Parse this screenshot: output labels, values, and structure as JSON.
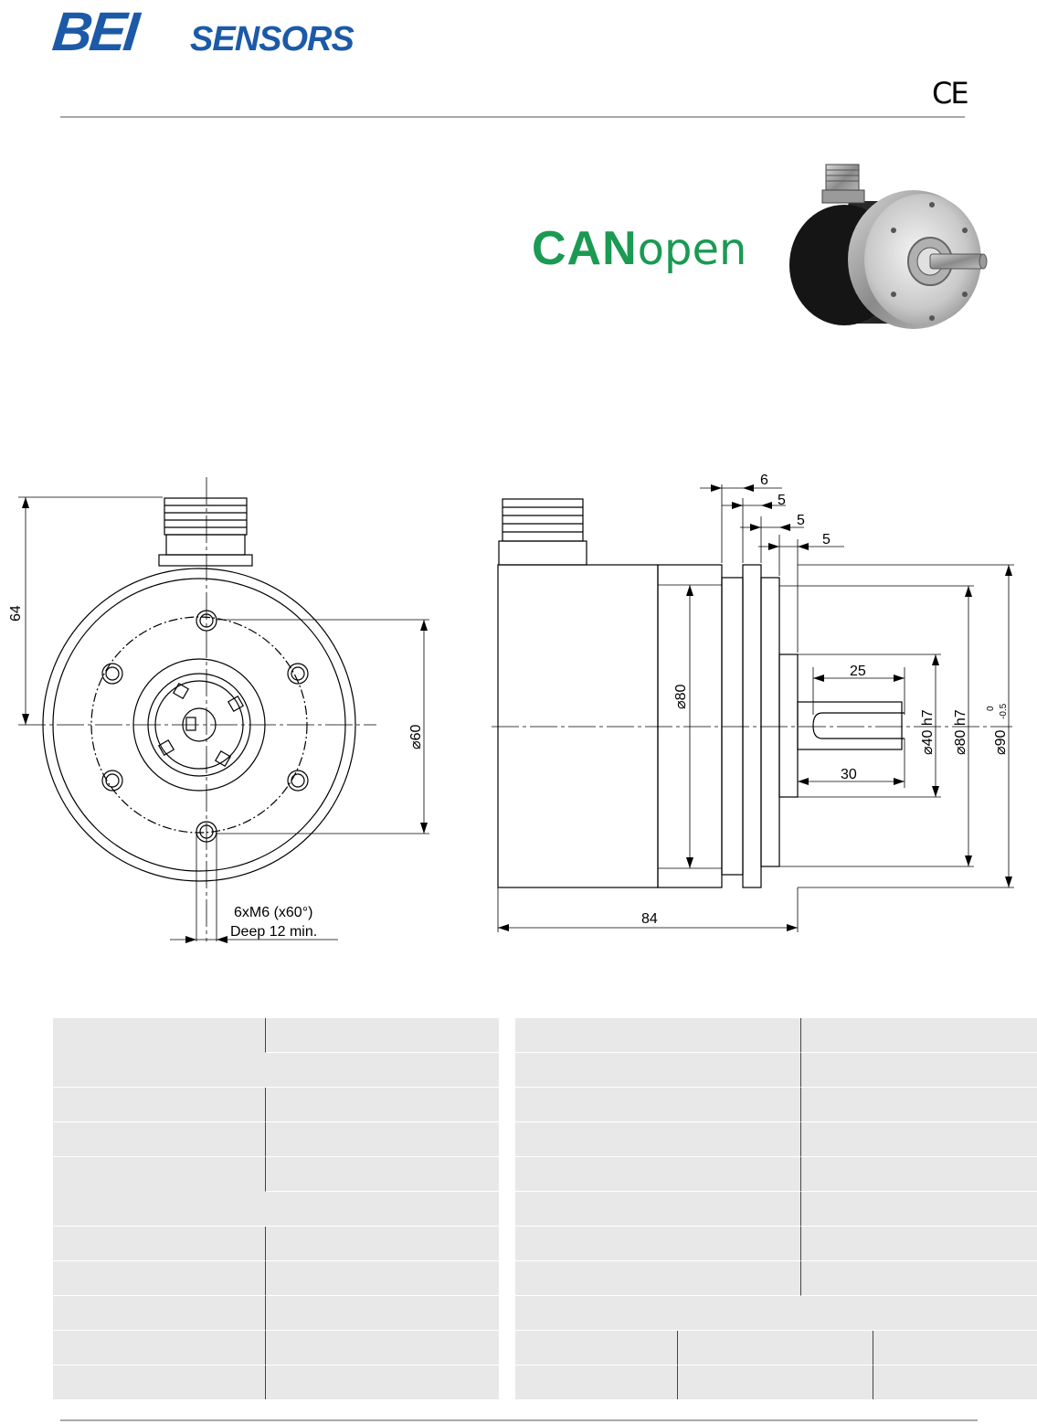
{
  "header": {
    "logo_text": "BEISENSORS",
    "ce_mark": "CE",
    "brand_color": "#1c5aa8"
  },
  "product": {
    "protocol_logo_can": "CAN",
    "protocol_logo_open": "open",
    "protocol_color": "#1a9a52"
  },
  "drawing": {
    "front_view": {
      "height_dim": "64",
      "bolt_circle_dim": "⌀60",
      "thread_note_line1": "6xM6 (x60°)",
      "thread_note_line2": "Deep 12 min."
    },
    "side_view": {
      "dim_6": "6",
      "dim_5a": "5",
      "dim_5b": "5",
      "dim_5c": "5",
      "body_dia": "⌀80",
      "shaft_flat_length": "25",
      "shaft_length": "30",
      "shaft_dia": "⌀40 h7",
      "spigot_dia": "⌀80 h7",
      "flange_dia": "⌀90",
      "flange_tol_upper": "0",
      "flange_tol_lower": "-0.5",
      "overall_length": "84"
    }
  },
  "spec_tables": {
    "left_rows": 11,
    "right_rows": 11
  }
}
